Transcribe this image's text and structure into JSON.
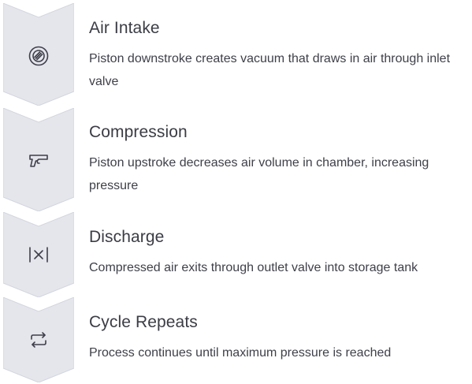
{
  "steps": [
    {
      "title": "Air Intake",
      "description": "Piston downstroke creates vacuum that draws in air through inlet valve",
      "icon": "air-intake-icon"
    },
    {
      "title": "Compression",
      "description": "Piston upstroke decreases air volume in chamber, increasing pressure",
      "icon": "pump-gun-icon"
    },
    {
      "title": "Discharge",
      "description": "Compressed air exits through outlet valve into storage tank",
      "icon": "times-bracket-icon"
    },
    {
      "title": "Cycle Repeats",
      "description": "Process continues until maximum pressure is reached",
      "icon": "repeat-arrows-icon"
    }
  ],
  "colors": {
    "chevron_fill": "#e5e6ec",
    "text": "#3b3c45"
  }
}
